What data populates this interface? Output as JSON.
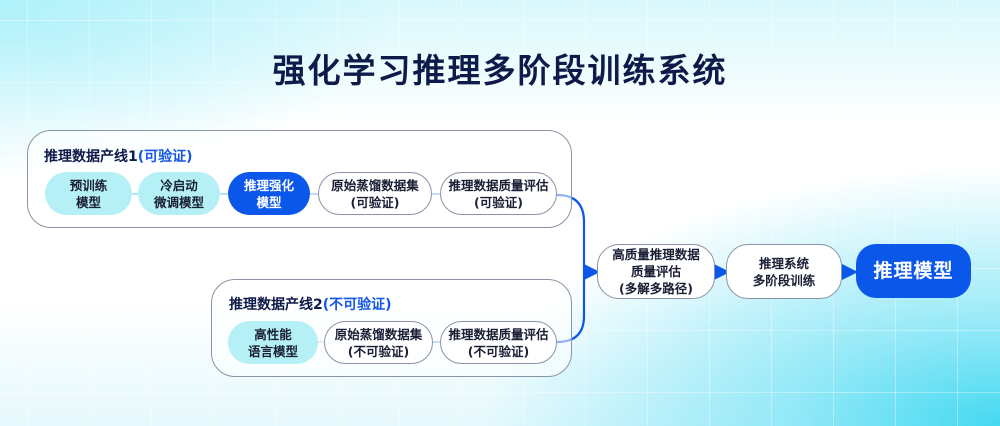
{
  "title": "强化学习推理多阶段训练系统",
  "colors": {
    "accent": "#0b57ea",
    "cyan_node": "#b6f0f7",
    "title": "#0e1a4a",
    "border": "#8b93a8"
  },
  "pipeline1": {
    "title_main": "推理数据产线1",
    "title_tag": "(可验证)",
    "nodes": [
      {
        "line1": "预训练",
        "line2": "模型"
      },
      {
        "line1": "冷启动",
        "line2": "微调模型"
      },
      {
        "line1": "推理强化",
        "line2": "模型"
      },
      {
        "line1": "原始蒸馏数据集",
        "line2": "(可验证)"
      },
      {
        "line1": "推理数据质量评估",
        "line2": "(可验证)"
      }
    ]
  },
  "pipeline2": {
    "title_main": "推理数据产线2",
    "title_tag": "(不可验证)",
    "nodes": [
      {
        "line1": "高性能",
        "line2": "语言模型"
      },
      {
        "line1": "原始蒸馏数据集",
        "line2": "(不可验证)"
      },
      {
        "line1": "推理数据质量评估",
        "line2": "(不可验证)"
      }
    ]
  },
  "merge": {
    "quality": {
      "line1": "高质量推理数据",
      "line2": "质量评估",
      "line3": "(多解多路径)"
    },
    "training": {
      "line1": "推理系统",
      "line2": "多阶段训练"
    },
    "final": "推理模型"
  }
}
